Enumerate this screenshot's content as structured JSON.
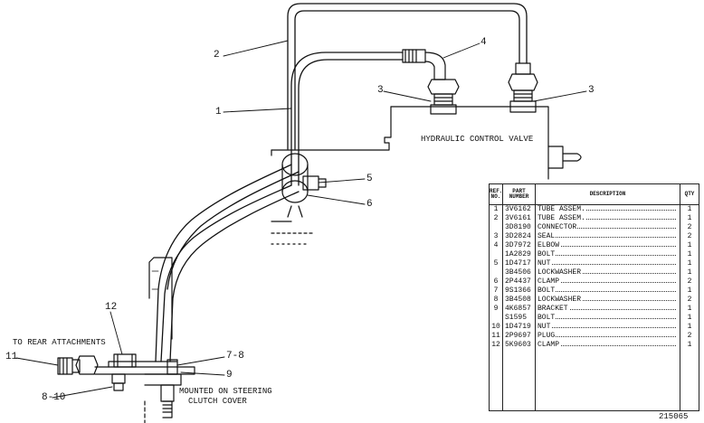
{
  "diagram": {
    "valve_label": "HYDRAULIC CONTROL VALVE",
    "rear_label": "TO REAR ATTACHMENTS",
    "mounted_label_1": "MOUNTED ON STEERING",
    "mounted_label_2": "CLUTCH COVER",
    "figure_number": "215065",
    "callouts": {
      "c1": "1",
      "c2": "2",
      "c3a": "3",
      "c3b": "3",
      "c4": "4",
      "c5": "5",
      "c6": "6",
      "c78": "7-8",
      "c9": "9",
      "c810": "8-10",
      "c11": "11",
      "c12": "12"
    }
  },
  "table": {
    "headers": {
      "ref": "REF. NO.",
      "part": "PART NUMBER",
      "desc": "DESCRIPTION",
      "qty": "QTY"
    },
    "rows": [
      {
        "ref": "1",
        "part": "3V6162",
        "desc": "TUBE ASSEM.",
        "qty": "1"
      },
      {
        "ref": "2",
        "part": "3V6161",
        "desc": "TUBE ASSEM.",
        "qty": "1"
      },
      {
        "ref": "",
        "part": "3D8190",
        "desc": "CONNECTOR",
        "qty": "2"
      },
      {
        "ref": "3",
        "part": "3D2824",
        "desc": "SEAL",
        "qty": "2"
      },
      {
        "ref": "4",
        "part": "3D7972",
        "desc": "ELBOW",
        "qty": "1"
      },
      {
        "ref": "",
        "part": "1A2829",
        "desc": "BOLT",
        "qty": "1"
      },
      {
        "ref": "5",
        "part": "1D4717",
        "desc": "NUT",
        "qty": "1"
      },
      {
        "ref": "",
        "part": "3B4506",
        "desc": "LOCKWASHER",
        "qty": "1"
      },
      {
        "ref": "6",
        "part": "2P4437",
        "desc": "CLAMP",
        "qty": "2"
      },
      {
        "ref": "7",
        "part": "9S1366",
        "desc": "BOLT",
        "qty": "1"
      },
      {
        "ref": "8",
        "part": "3B4508",
        "desc": "LOCKWASHER",
        "qty": "2"
      },
      {
        "ref": "9",
        "part": "4K6857",
        "desc": "BRACKET",
        "qty": "1"
      },
      {
        "ref": "",
        "part": "S1595",
        "desc": "BOLT",
        "qty": "1"
      },
      {
        "ref": "10",
        "part": "1D4719",
        "desc": "NUT",
        "qty": "1"
      },
      {
        "ref": "11",
        "part": "2P9697",
        "desc": "PLUG",
        "qty": "2"
      },
      {
        "ref": "12",
        "part": "5K9603",
        "desc": "CLAMP",
        "qty": "1"
      }
    ]
  }
}
